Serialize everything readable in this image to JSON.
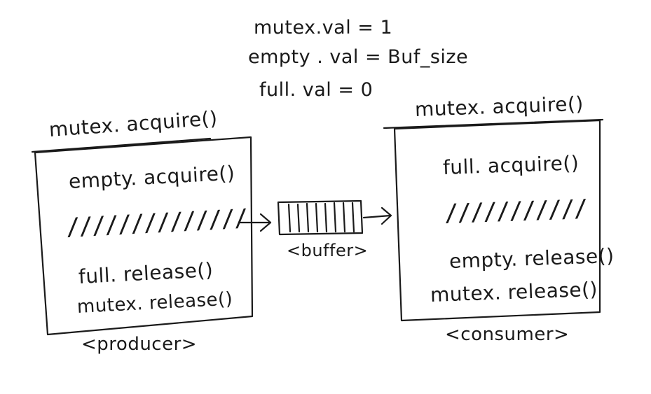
{
  "init": {
    "mutex": "mutex.val = 1",
    "empty": "empty . val = Buf_size",
    "full": "full. val = 0"
  },
  "producer": {
    "header": "mutex. acquire()",
    "line1": "empty. acquire()",
    "critical": "//////////////",
    "line2": "full. release()",
    "line3": "mutex. release()",
    "caption": "<producer>"
  },
  "buffer": {
    "caption": "<buffer>"
  },
  "consumer": {
    "header": "mutex. acquire()",
    "line1": "full. acquire()",
    "critical": "///////////",
    "line2": "empty. release()",
    "line3": "mutex. release()",
    "caption": "<consumer>"
  }
}
